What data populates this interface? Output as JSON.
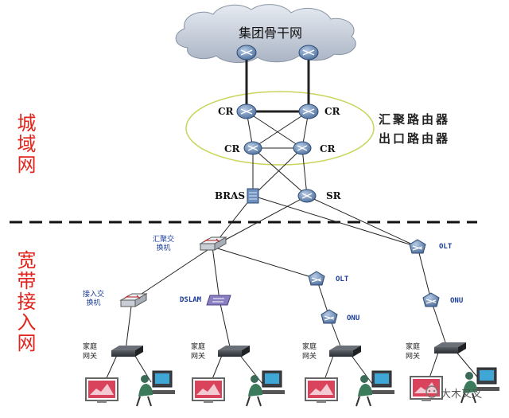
{
  "diagram": {
    "cloud_label": "集团骨干网",
    "region_metro": "城域网",
    "region_access": "宽带接入网",
    "aggregation_note_line1": "汇聚路由器",
    "aggregation_note_line2": "出口路由器",
    "cr_label": "CR",
    "bras_label": "BRAS",
    "sr_label": "SR",
    "agg_switch_line1": "汇聚交",
    "agg_switch_line2": "换机",
    "access_switch_line1": "接入交",
    "access_switch_line2": "换机",
    "dslam_label": "DSLAM",
    "olt_label": "OLT",
    "onu_label": "ONU",
    "gateway_line1": "家庭",
    "gateway_line2": "网关",
    "watermark": "大木叉叉"
  }
}
